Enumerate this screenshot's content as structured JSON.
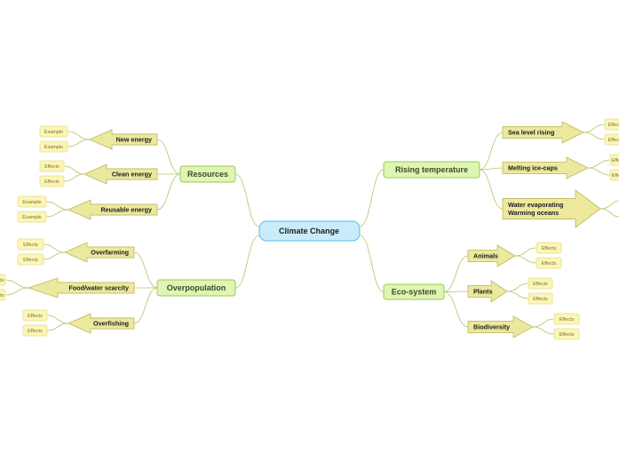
{
  "central": {
    "label": "Climate Change"
  },
  "colors": {
    "central_fill": "#c9ecfb",
    "central_stroke": "#5bbde6",
    "topic_fill": "#dff5b3",
    "topic_stroke": "#9acb52",
    "arrow_fill": "#ece89e",
    "arrow_stroke": "#bdb85c",
    "leaf_fill": "#fbf6b4",
    "leaf_stroke": "#ece3a0",
    "line": "#b7c46a",
    "text_dark": "#1c1c1c",
    "text_topic": "#3c4a2a",
    "text_leaf": "#7a6f3a"
  },
  "branches": {
    "resources": {
      "label": "Resources",
      "items": [
        {
          "label": "New energy",
          "leaves": [
            "Example",
            "Example"
          ]
        },
        {
          "label": "Clean energy",
          "leaves": [
            "Effects",
            "Effects"
          ]
        },
        {
          "label": "Reusable energy",
          "leaves": [
            "Example",
            "Example"
          ]
        }
      ]
    },
    "overpopulation": {
      "label": "Overpopulation",
      "items": [
        {
          "label": "Overfarming",
          "leaves": [
            "Effects",
            "Effects"
          ]
        },
        {
          "label": "Food/water scarcity",
          "leaves": [
            "Effects",
            "Effects"
          ]
        },
        {
          "label": "Overfishing",
          "leaves": [
            "Effects",
            "Effects"
          ]
        }
      ]
    },
    "rising": {
      "label": "Rising temperature",
      "items": [
        {
          "label": "Sea level rising",
          "leaves": [
            "Effects",
            "Effects"
          ]
        },
        {
          "label": "Melting ice-caps",
          "leaves": [
            "Effects",
            "Effects"
          ]
        },
        {
          "label": "Water evaporating\nWarming oceans",
          "leaves": []
        }
      ]
    },
    "ecosystem": {
      "label": "Eco-system",
      "items": [
        {
          "label": "Animals",
          "leaves": [
            "Effects",
            "Effects"
          ]
        },
        {
          "label": "Plants",
          "leaves": [
            "Effects",
            "Effects"
          ]
        },
        {
          "label": "Biodiversity",
          "leaves": [
            "Effects",
            "Effects"
          ]
        }
      ]
    }
  }
}
